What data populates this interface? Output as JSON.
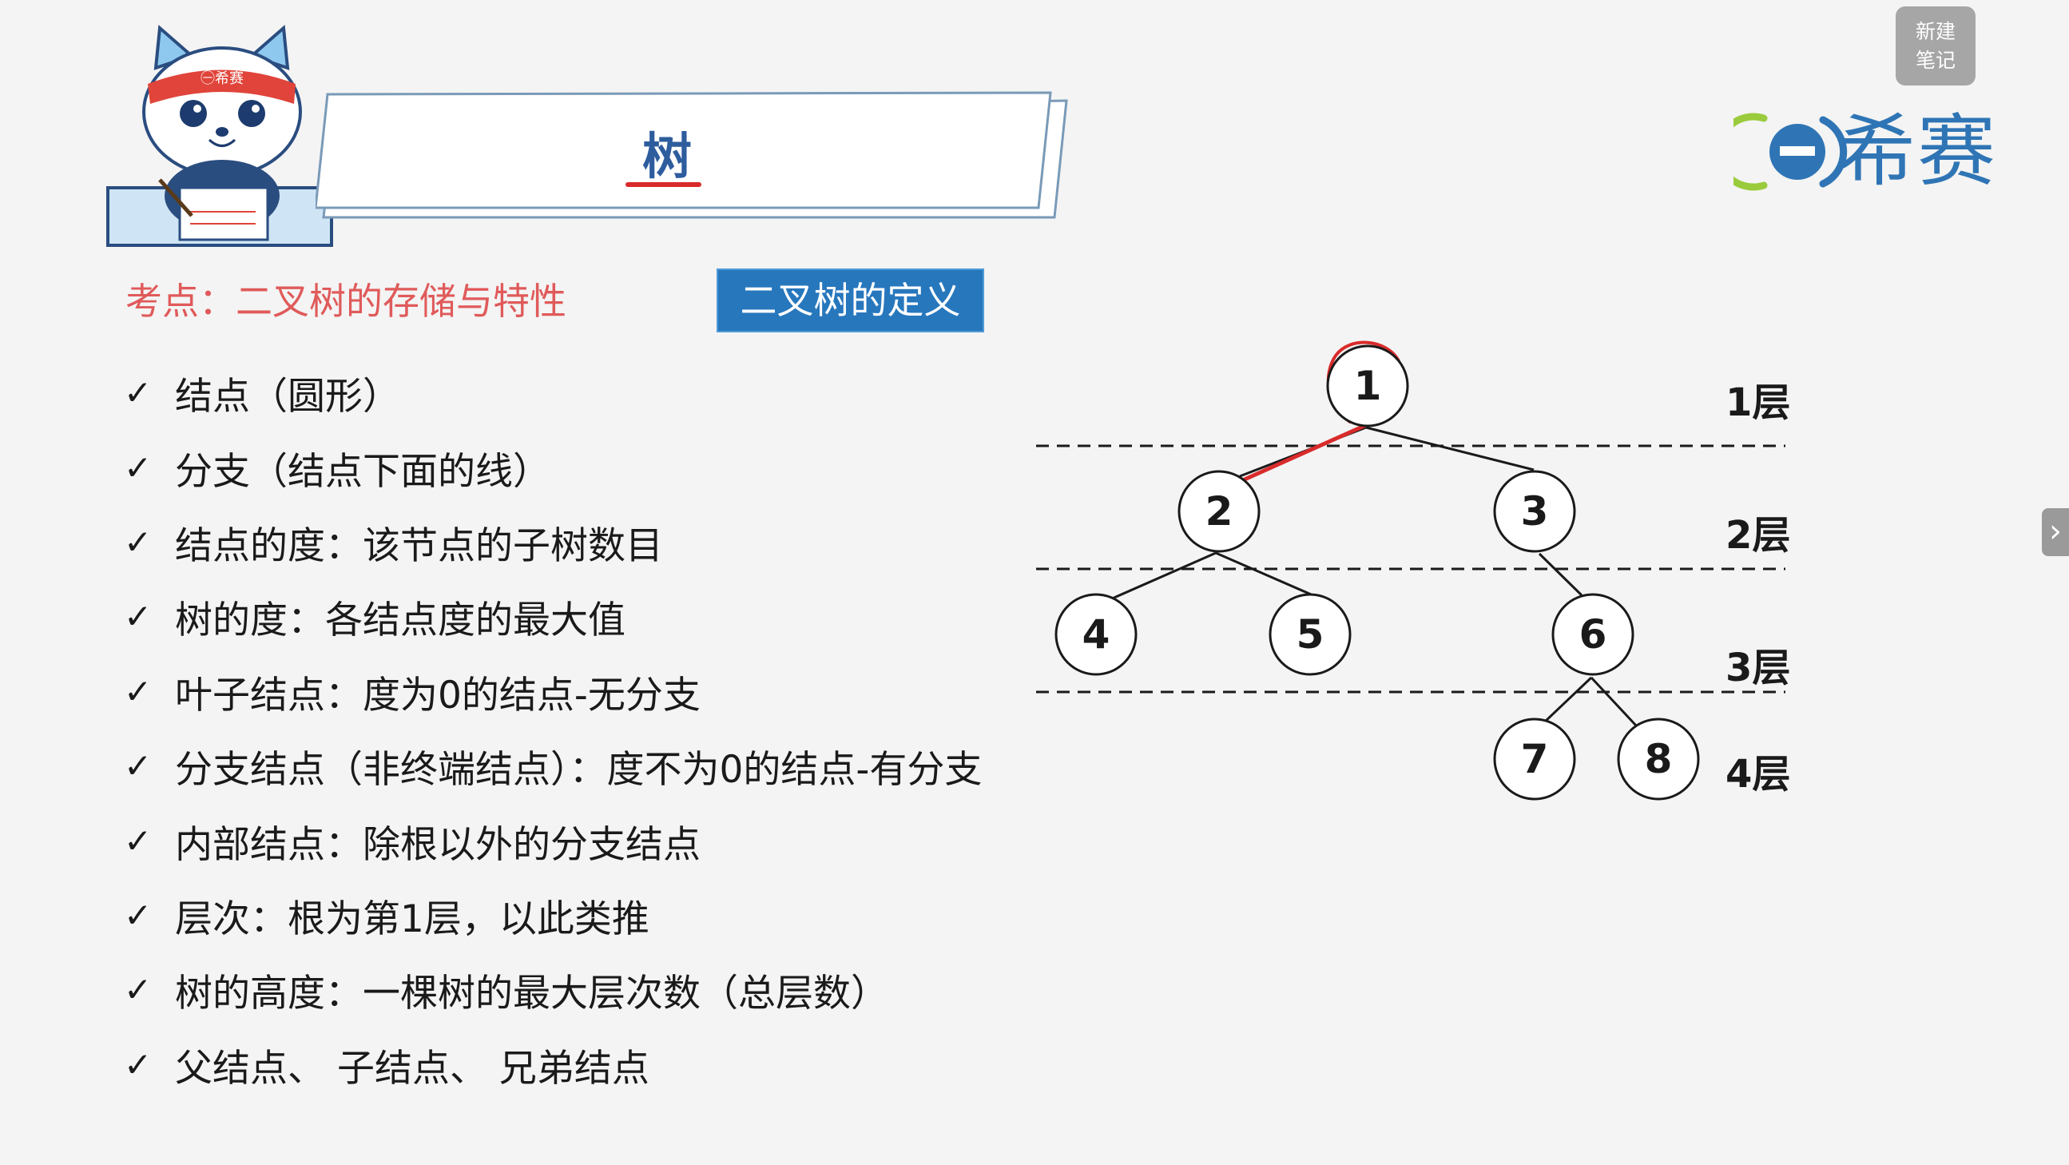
{
  "header": {
    "title": "树",
    "new_note": [
      "新建",
      "笔记"
    ],
    "logo_text": "希赛",
    "mascot_band_text": "㊀希赛"
  },
  "main": {
    "subtitle": "考点：二叉树的存储与特性",
    "definition_label": "二叉树的定义",
    "check_mark": "✓",
    "points": [
      "结点（圆形）",
      "分支（结点下面的线）",
      "结点的度：该节点的子树数目",
      "树的度：各结点度的最大值",
      "叶子结点：度为0的结点-无分支",
      "分支结点（非终端结点）：度不为0的结点-有分支",
      "内部结点：除根以外的分支结点",
      "层次：根为第1层，以此类推",
      "树的高度：一棵树的最大层次数（总层数）",
      "父结点、 子结点、 兄弟结点"
    ]
  },
  "tree": {
    "nodes": [
      "1",
      "2",
      "3",
      "4",
      "5",
      "6",
      "7",
      "8"
    ],
    "levels": [
      "1层",
      "2层",
      "3层",
      "4层"
    ]
  },
  "colors": {
    "accent_blue": "#2777bd",
    "title_blue": "#2e5d9e",
    "subtitle_red": "#e05a5a",
    "annotation_red": "#d92b2b"
  },
  "icons": {
    "mascot": "cat-mascot-icon",
    "logo": "xisai-logo-icon",
    "side_arrow": "chevron-right-icon"
  }
}
